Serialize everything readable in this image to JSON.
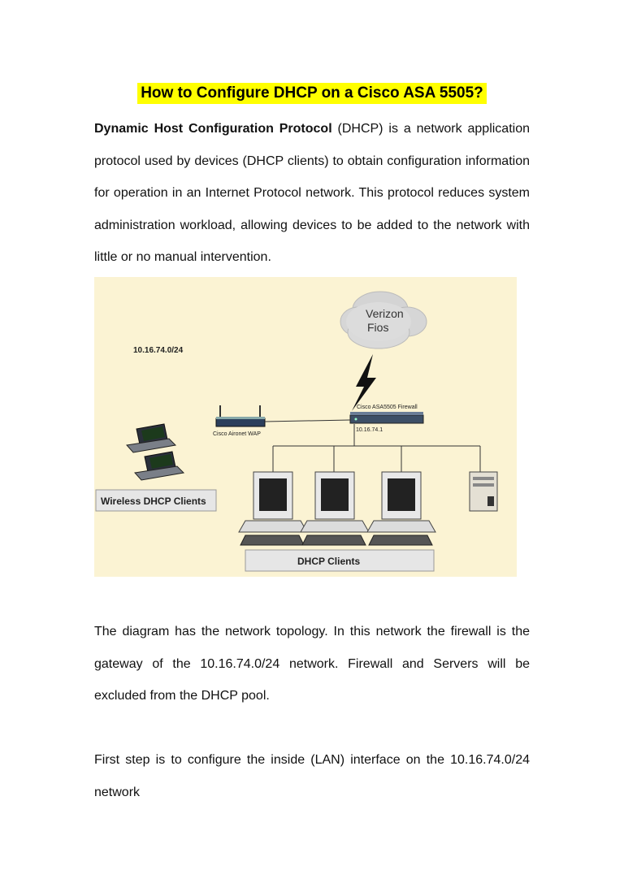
{
  "title": "How to Configure DHCP on a Cisco ASA 5505?",
  "intro": {
    "bold_lead": "Dynamic Host Configuration Protocol",
    "text": " (DHCP) is a network application protocol used by devices (DHCP clients) to obtain configuration information for operation in an Internet Protocol network. This protocol reduces system administration workload, allowing devices to be added to the network with little or no manual intervention."
  },
  "diagram": {
    "cloud_label_1": "Verizon",
    "cloud_label_2": "Fios",
    "subnet_label": "10.16.74.0/24",
    "firewall_label": "Cisco ASA5505 Firewall",
    "firewall_ip": "10.16.74.1",
    "wap_label": "Cisco Aironet WAP",
    "wireless_box_label": "Wireless DHCP Clients",
    "clients_box_label": "DHCP Clients"
  },
  "paragraph2": "The diagram has the network topology. In this network the firewall is the gateway of the 10.16.74.0/24 network. Firewall and Servers will be excluded from the DHCP pool.",
  "paragraph3": "First step is to configure the inside (LAN) interface on the 10.16.74.0/24 network"
}
